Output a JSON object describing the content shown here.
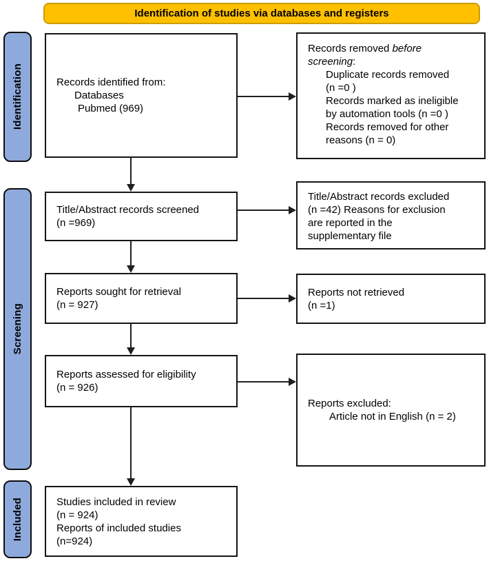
{
  "banner": {
    "title": "Identification of studies via databases and registers"
  },
  "colors": {
    "banner_bg": "#FFC000",
    "banner_border": "#CE9C00",
    "sidebar_bg": "#8EA9DC",
    "box_border": "#141414",
    "arrow": "#1F1F1F"
  },
  "sidebar": {
    "stages": [
      {
        "label": "Identification"
      },
      {
        "label": "Screening"
      },
      {
        "label": "Included"
      }
    ]
  },
  "flow": {
    "records_identified": {
      "lines": [
        "Records identified from:",
        "Databases",
        "Pubmed (969)"
      ]
    },
    "records_removed": {
      "line1_normal": "Records removed ",
      "line1_italic": "before",
      "line2_italic": "screening",
      "line2_suffix": ":",
      "items": [
        [
          "Duplicate records removed",
          "(n =0 )"
        ],
        [
          "Records marked as ineligible",
          "by automation tools (n =0 )"
        ],
        [
          "Records removed for other",
          "reasons (n = 0)"
        ]
      ]
    },
    "screened": {
      "lines": [
        "Title/Abstract records screened",
        "(n =969)"
      ]
    },
    "screening_excluded": {
      "lines": [
        "Title/Abstract records excluded",
        "(n =42) Reasons for exclusion",
        "are reported in the",
        "supplementary file"
      ]
    },
    "sought": {
      "lines": [
        "Reports sought for retrieval",
        "(n = 927)"
      ]
    },
    "not_retrieved": {
      "lines": [
        "Reports not retrieved",
        "(n =1)"
      ]
    },
    "assessed": {
      "lines": [
        "Reports assessed for eligibility",
        "(n = 926)"
      ]
    },
    "reports_excluded": {
      "title": "Reports excluded:",
      "items": [
        "Article not in English (n = 2)"
      ]
    },
    "included_studies": {
      "lines": [
        "Studies included in review",
        "(n = 924)",
        "Reports of included studies",
        "(n=924)"
      ]
    }
  }
}
